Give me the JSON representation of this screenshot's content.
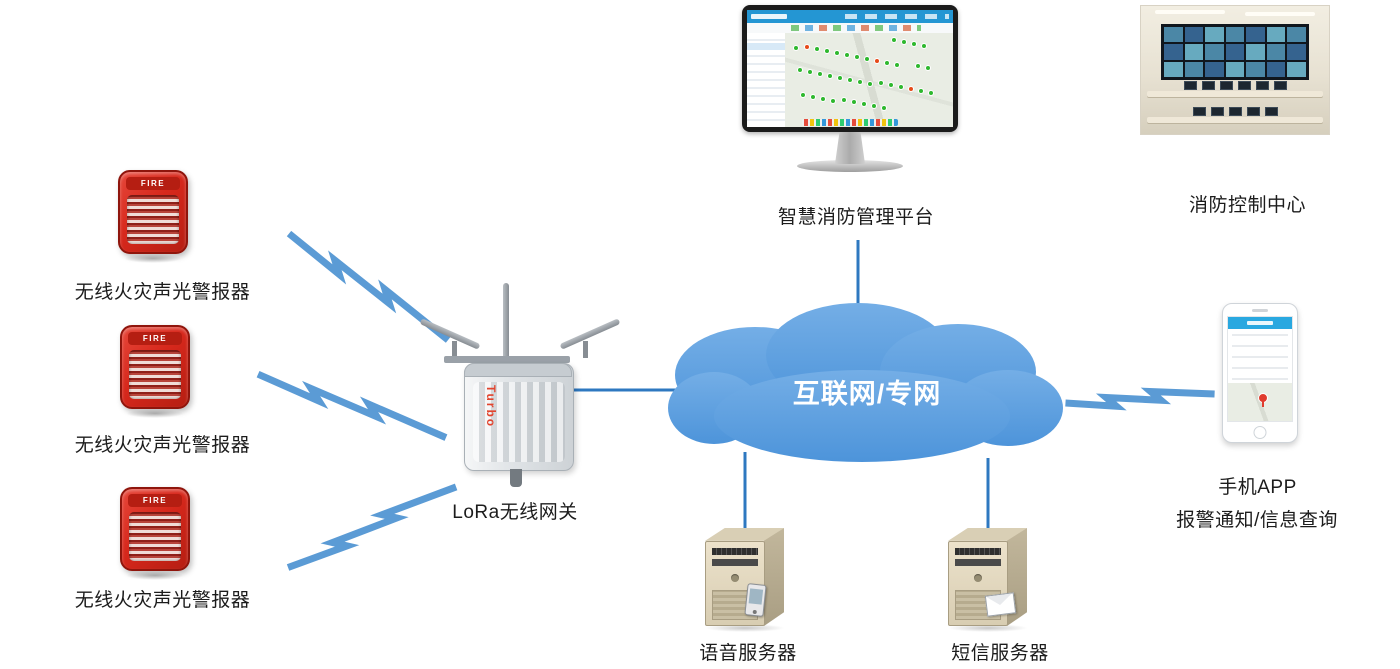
{
  "nodes": {
    "alarms": [
      {
        "label": "无线火灾声光警报器",
        "badge": "FIRE"
      },
      {
        "label": "无线火灾声光警报器",
        "badge": "FIRE"
      },
      {
        "label": "无线火灾声光警报器",
        "badge": "FIRE"
      }
    ],
    "gateway": {
      "label": "LoRa无线网关",
      "brand": "Turbo"
    },
    "cloud": {
      "label": "互联网/专网"
    },
    "platform": {
      "label": "智慧消防管理平台"
    },
    "control_center": {
      "label": "消防控制中心"
    },
    "mobile_app": {
      "line1": "手机APP",
      "line2": "报警通知/信息查询"
    },
    "voice_server": {
      "label": "语音服务器"
    },
    "sms_server": {
      "label": "短信服务器"
    }
  },
  "colors": {
    "connector_blue": "#2e78c0",
    "bolt_blue": "#5b9bd5",
    "cloud_blue": "#5b9bd5",
    "alarm_red": "#d7281c"
  }
}
